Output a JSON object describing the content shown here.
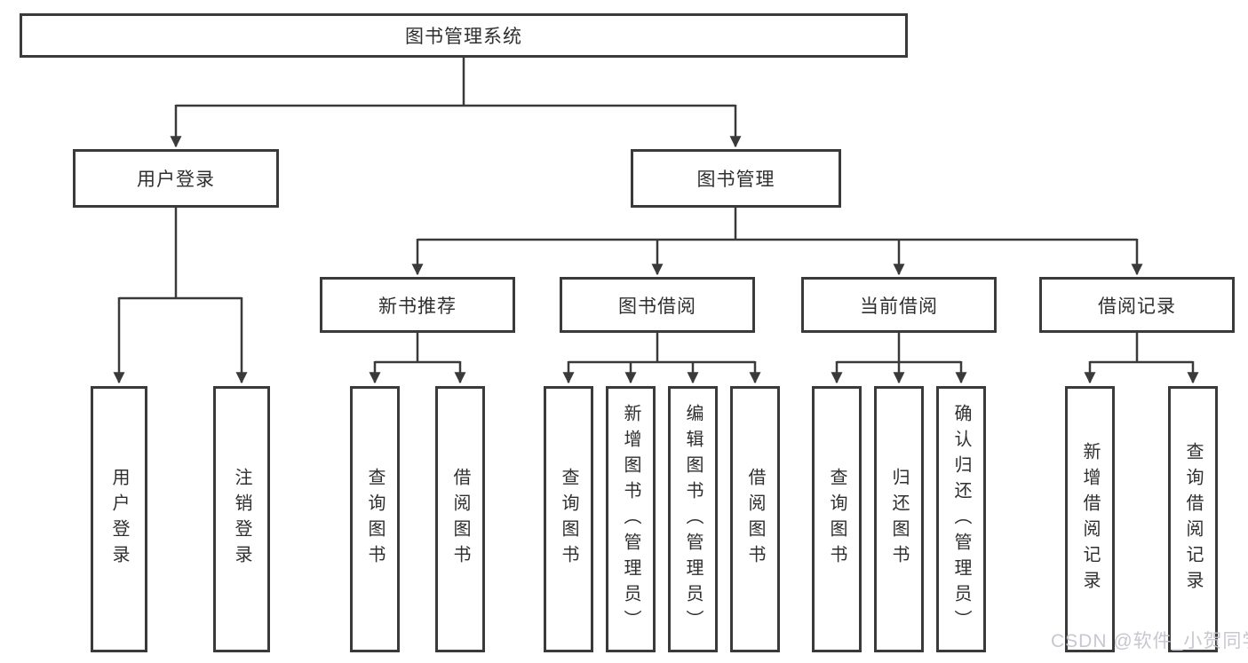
{
  "tree": {
    "root": {
      "label": "图书管理系统"
    },
    "branches": [
      {
        "label": "用户登录",
        "children": [
          {
            "label": "用户登录"
          },
          {
            "label": "注销登录"
          }
        ]
      },
      {
        "label": "图书管理",
        "children": [
          {
            "label": "新书推荐",
            "children": [
              {
                "label": "查询图书"
              },
              {
                "label": "借阅图书"
              }
            ]
          },
          {
            "label": "图书借阅",
            "children": [
              {
                "label": "查询图书"
              },
              {
                "label": "新增图书（管理员）"
              },
              {
                "label": "编辑图书（管理员）"
              },
              {
                "label": "借阅图书"
              }
            ]
          },
          {
            "label": "当前借阅",
            "children": [
              {
                "label": "查询图书"
              },
              {
                "label": "归还图书"
              },
              {
                "label": "确认归还（管理员）"
              }
            ]
          },
          {
            "label": "借阅记录",
            "children": [
              {
                "label": "新增借阅记录"
              },
              {
                "label": "查询借阅记录"
              }
            ]
          }
        ]
      }
    ]
  },
  "watermark": "CSDN @软件_小贺同学",
  "colors": {
    "line": "#3a3a3a",
    "box_border": "#3a3a3a",
    "text": "#2f2f2f",
    "background": "#ffffff",
    "watermark": "#c4c4ce"
  }
}
